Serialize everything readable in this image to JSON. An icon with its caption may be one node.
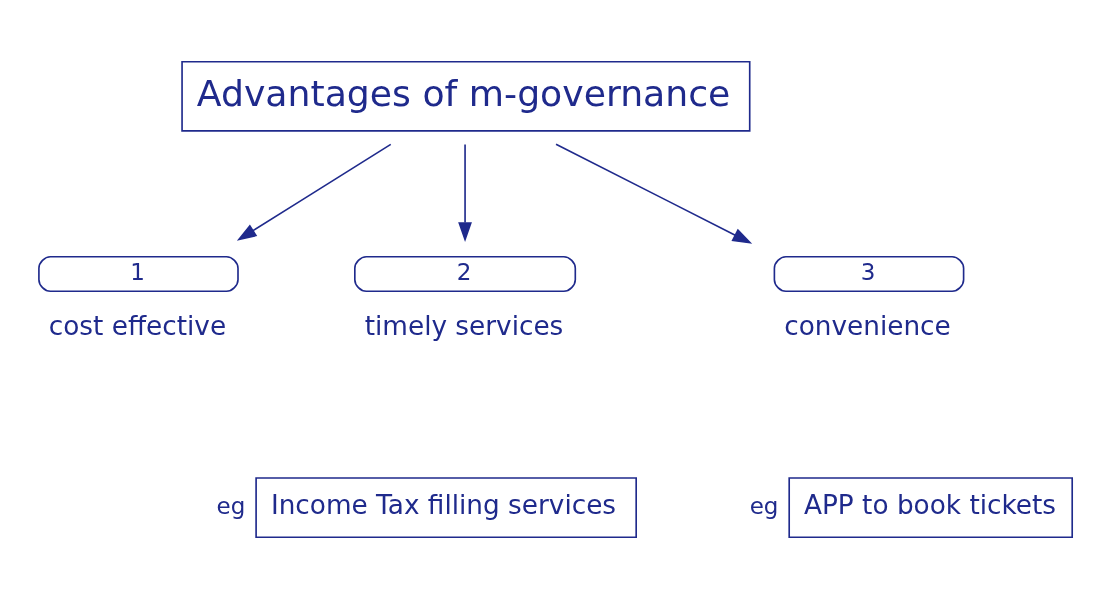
{
  "diagram": {
    "nodes": [
      {
        "text": [
          "Advantages of m-governance"
        ]
      },
      {
        "text": [
          "1",
          "cost effective"
        ]
      },
      {
        "text": [
          "2",
          "timely services"
        ]
      },
      {
        "text": [
          "3",
          "convenience"
        ]
      },
      {
        "text": [
          "Income Tax filling services"
        ],
        "beside": [
          "eg"
        ]
      },
      {
        "text": [
          "APP to book tickets"
        ],
        "beside": [
          "eg"
        ]
      }
    ],
    "edges": [
      {
        "from": 0,
        "to": 1,
        "arrow": "to"
      },
      {
        "from": 0,
        "to": 2,
        "arrow": "to"
      },
      {
        "from": 0,
        "to": 3,
        "arrow": "to"
      }
    ]
  }
}
